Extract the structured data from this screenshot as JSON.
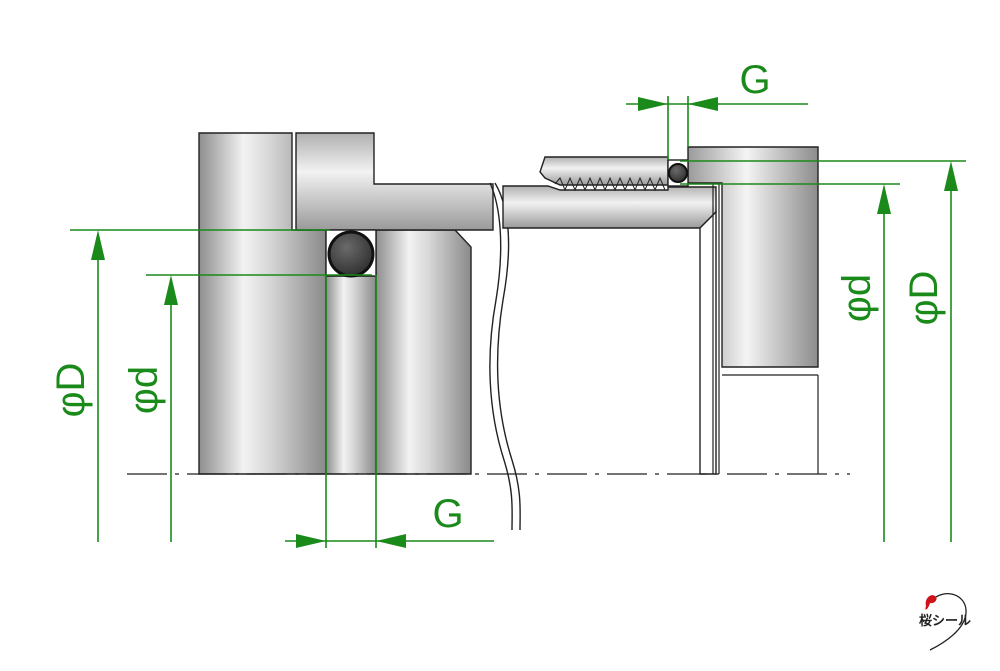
{
  "labels": {
    "G_bottom": "G",
    "G_top": "G",
    "phiD_left": "φD",
    "phid_left": "φd",
    "phid_right": "φd",
    "phiD_right": "φD"
  },
  "logo": {
    "text": "桜シール",
    "mark_icon": "logo-swoosh"
  },
  "colors": {
    "dimension": "#1a8a1a",
    "oring": "#3a3a3a",
    "outline": "#222222",
    "logo_red": "#d0121b"
  }
}
